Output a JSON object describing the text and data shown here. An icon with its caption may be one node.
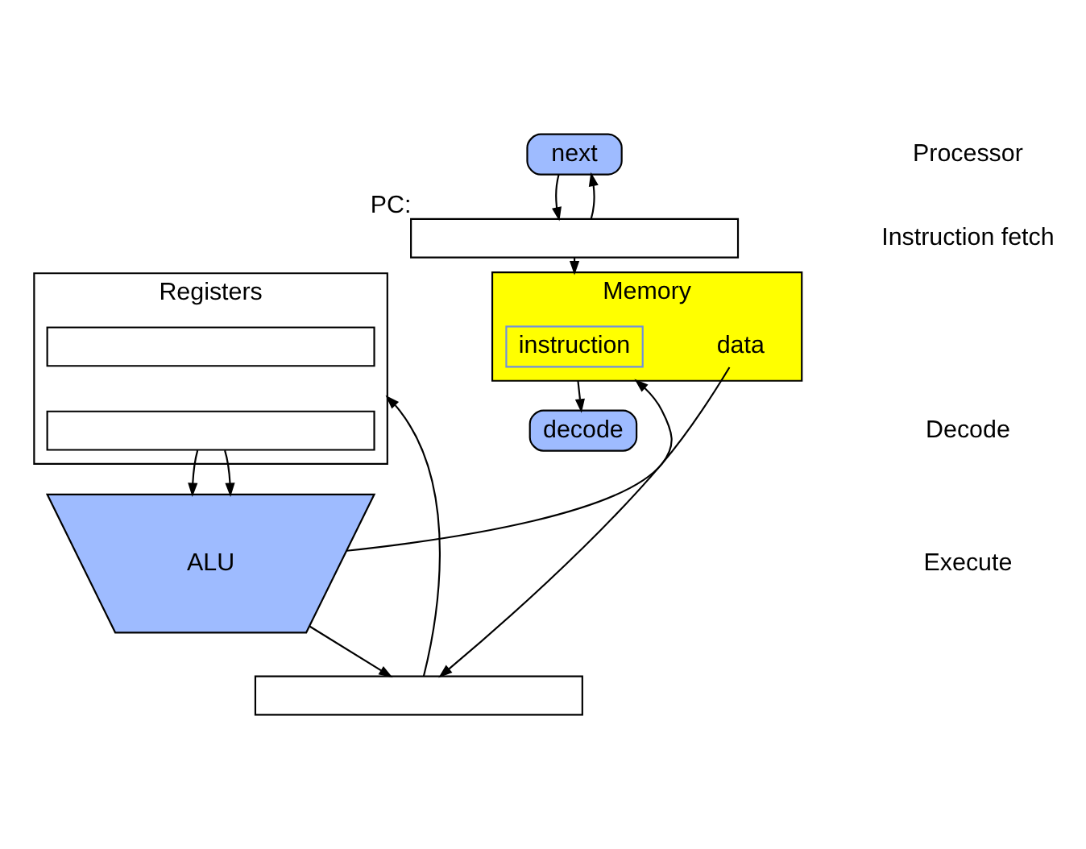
{
  "diagram": {
    "nodes": [
      {
        "text": [
          "Memory"
        ]
      },
      {
        "text": [
          "next"
        ]
      },
      {
        "text": [],
        "shape": "box",
        "beside": [
          "PC:"
        ]
      },
      {
        "text": [
          "instruction"
        ],
        "in": 0
      },
      {
        "text": [
          "decode"
        ]
      },
      {
        "text": [
          "Registers"
        ]
      },
      {
        "text": [],
        "shape": "box",
        "in": 5
      },
      {
        "text": [],
        "shape": "box",
        "in": 5
      },
      {
        "text": [
          "ALU"
        ]
      },
      {
        "text": [
          "data"
        ],
        "in": 0
      },
      {
        "text": [],
        "shape": "box"
      }
    ],
    "edges": [
      {
        "from": 1,
        "to": 2,
        "arrow": "to"
      },
      {
        "from": 2,
        "to": 1,
        "arrow": "to"
      },
      {
        "from": 2,
        "to": 0,
        "arrow": "to"
      },
      {
        "from": 0,
        "to": 4,
        "arrow": "to"
      },
      {
        "from": 7,
        "to": 8,
        "arrow": "to"
      },
      {
        "from": 7,
        "to": 8,
        "arrow": "to"
      },
      {
        "from": 8,
        "to": 0,
        "arrow": "to"
      },
      {
        "from": 8,
        "to": 10,
        "arrow": "to"
      },
      {
        "from": 9,
        "to": 10,
        "arrow": "to"
      },
      {
        "from": 10,
        "to": 5,
        "arrow": "to"
      }
    ],
    "labels": [
      "Processor",
      "Instruction fetch",
      "Decode",
      "Execute"
    ]
  }
}
